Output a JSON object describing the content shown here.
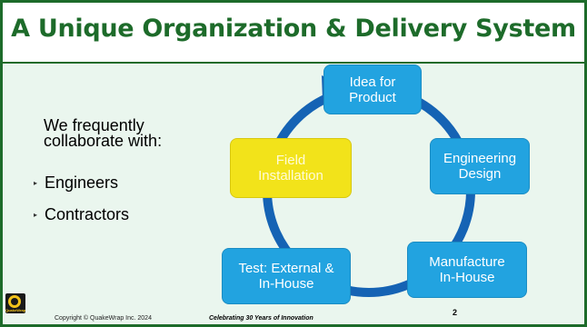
{
  "title": "A Unique Organization & Delivery System",
  "intro": [
    "We frequently",
    "collaborate with:"
  ],
  "bullets": [
    "Engineers",
    "Contractors"
  ],
  "cycle": {
    "idea": [
      "Idea for",
      "Product"
    ],
    "engineering": [
      "Engineering",
      "Design"
    ],
    "manufacture": [
      "Manufacture",
      "In-House"
    ],
    "test": [
      "Test: External &",
      "In-House"
    ],
    "field": [
      "Field",
      "Installation"
    ]
  },
  "footer": {
    "logo_text": "QuakeWrap",
    "copyright": "Copyright © QuakeWrap Inc. 2024",
    "tagline": "Celebrating 30 Years of Innovation",
    "page_number": "2"
  },
  "colors": {
    "title": "#1d6b2a",
    "background": "#eaf6ee",
    "box_blue": "#22a3e0",
    "box_yellow": "#f2e31a",
    "arrow": "#1563b4"
  }
}
